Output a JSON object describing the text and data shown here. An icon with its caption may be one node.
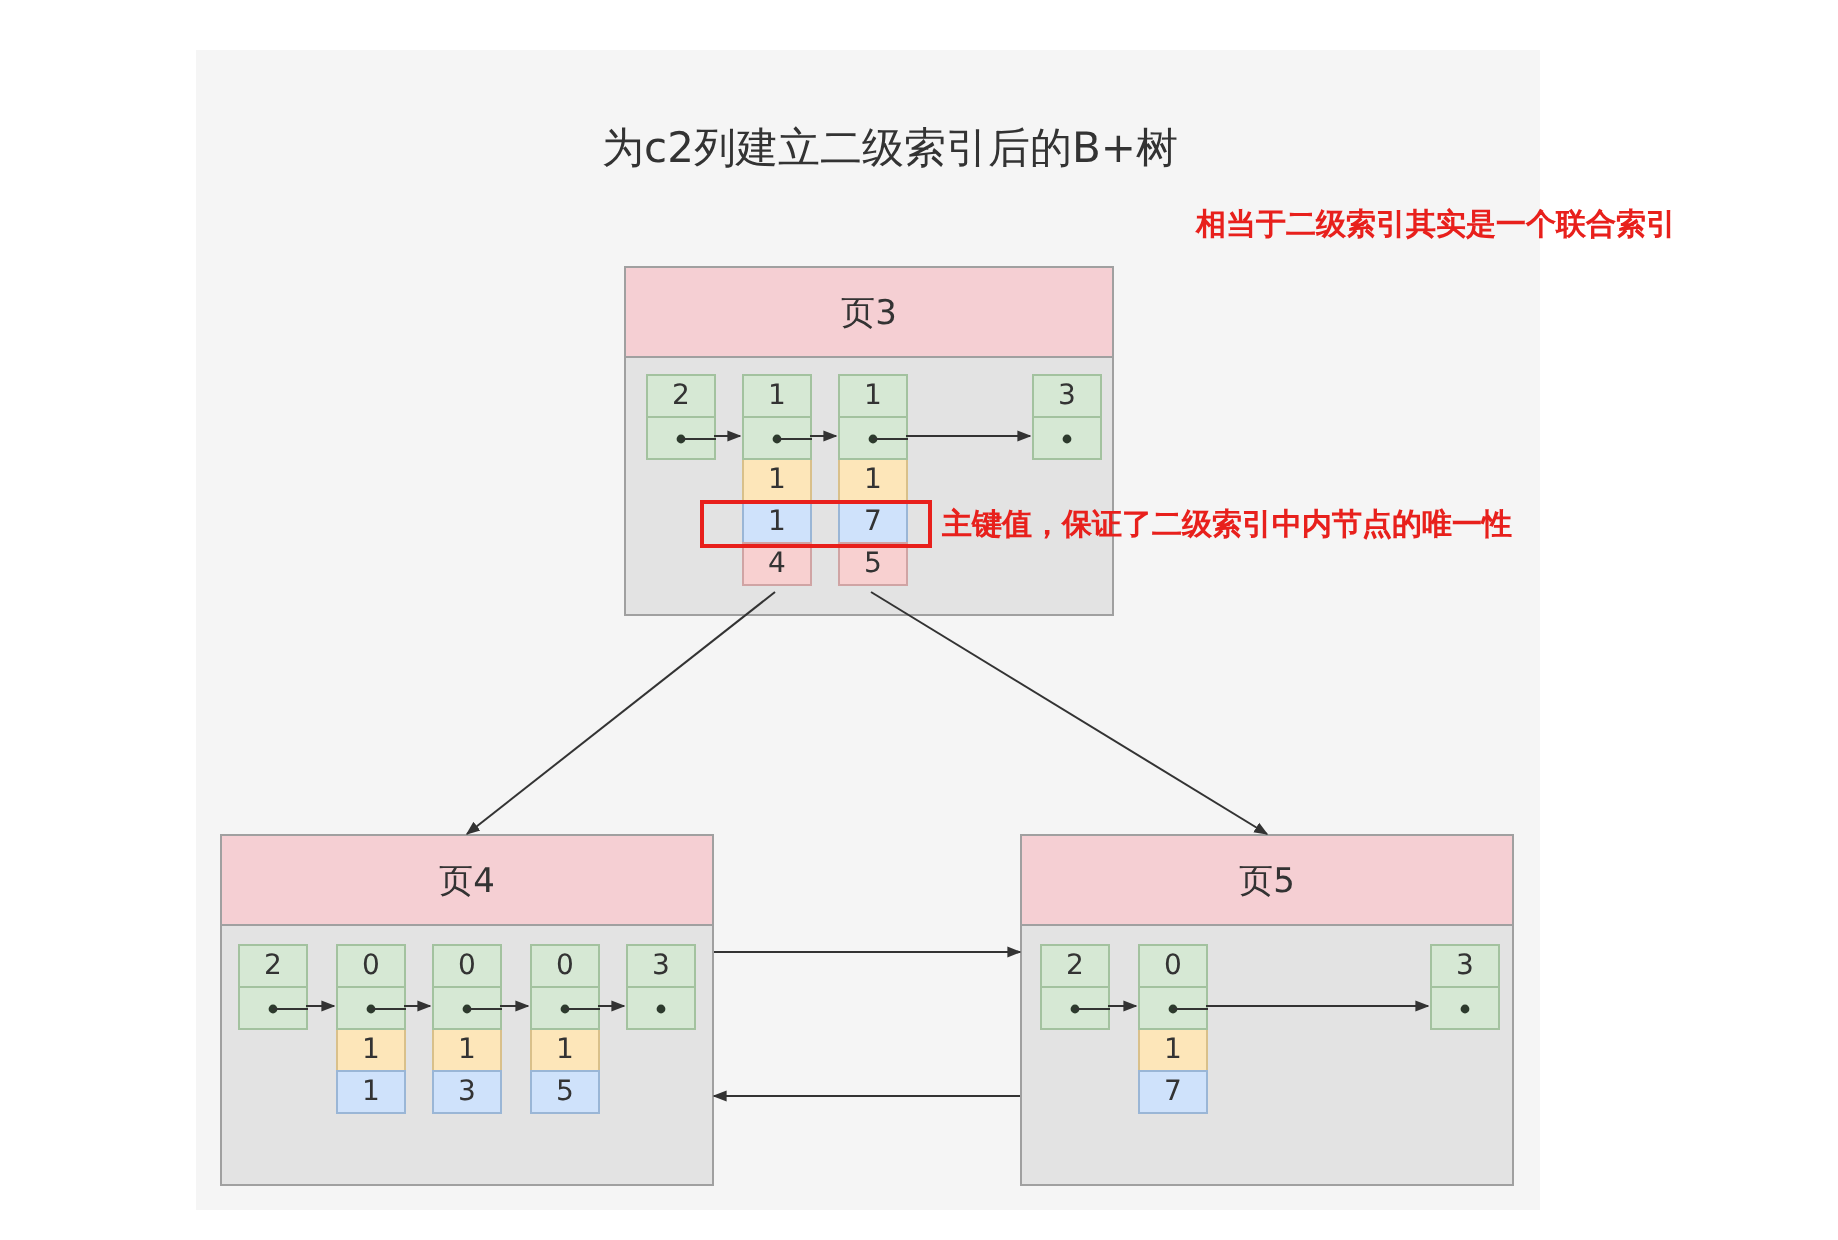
{
  "diagram": {
    "title": "为c2列建立二级索引后的B+树",
    "nodes": [
      {
        "text": [
          "页3"
        ]
      },
      {
        "text": [
          "2"
        ],
        "in": 0
      },
      {
        "text": [
          "1",
          "1",
          "1",
          "4"
        ],
        "in": 0
      },
      {
        "text": [
          "1",
          "1",
          "7",
          "5"
        ],
        "in": 0
      },
      {
        "text": [
          "3"
        ],
        "in": 0
      },
      {
        "text": [
          "页4"
        ]
      },
      {
        "text": [
          "2"
        ],
        "in": 5
      },
      {
        "text": [
          "0",
          "1",
          "1"
        ],
        "in": 5
      },
      {
        "text": [
          "0",
          "1",
          "3"
        ],
        "in": 5
      },
      {
        "text": [
          "0",
          "1",
          "5"
        ],
        "in": 5
      },
      {
        "text": [
          "3"
        ],
        "in": 5
      },
      {
        "text": [
          "页5"
        ]
      },
      {
        "text": [
          "2"
        ],
        "in": 11
      },
      {
        "text": [
          "0",
          "1",
          "7"
        ],
        "in": 11
      },
      {
        "text": [
          "3"
        ],
        "in": 11
      }
    ],
    "edges": [
      {
        "from": 1,
        "to": 2,
        "arrow": "to"
      },
      {
        "from": 2,
        "to": 3,
        "arrow": "to"
      },
      {
        "from": 3,
        "to": 4,
        "arrow": "to"
      },
      {
        "from": 2,
        "to": 5,
        "arrow": "to"
      },
      {
        "from": 3,
        "to": 11,
        "arrow": "to"
      },
      {
        "from": 6,
        "to": 7,
        "arrow": "to"
      },
      {
        "from": 7,
        "to": 8,
        "arrow": "to"
      },
      {
        "from": 8,
        "to": 9,
        "arrow": "to"
      },
      {
        "from": 9,
        "to": 10,
        "arrow": "to"
      },
      {
        "from": 12,
        "to": 13,
        "arrow": "to"
      },
      {
        "from": 13,
        "to": 14,
        "arrow": "to"
      },
      {
        "from": 5,
        "to": 11,
        "arrow": "to"
      },
      {
        "from": 11,
        "to": 5,
        "arrow": "to"
      }
    ],
    "labels": [
      "相当于二级索引其实是一个联合索引",
      "主键值，保证了二级索引中内节点的唯一性"
    ]
  }
}
